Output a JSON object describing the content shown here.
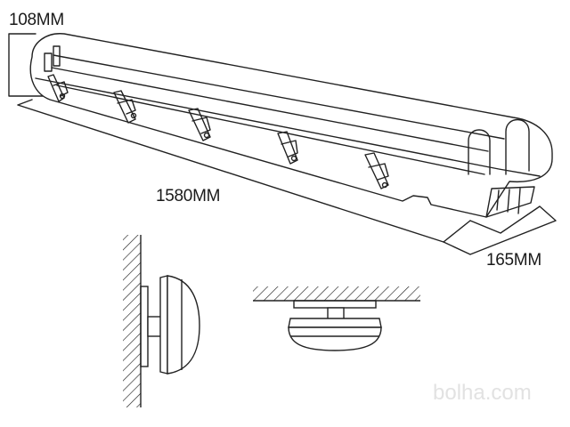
{
  "dimensions": {
    "height": "108MM",
    "length": "1580MM",
    "width": "165MM"
  },
  "watermark": "bolha.com",
  "colors": {
    "line": "#222222",
    "background": "#ffffff",
    "watermark": "#e2e2e2"
  },
  "clips": {
    "count": 5
  }
}
